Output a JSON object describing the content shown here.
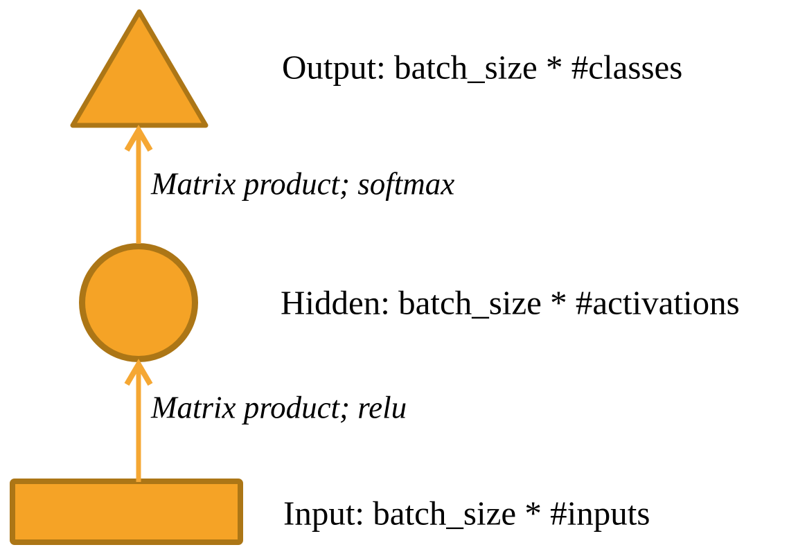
{
  "diagram": {
    "nodes": [
      {
        "id": "output",
        "shape": "triangle",
        "label": "Output: batch_size * #classes"
      },
      {
        "id": "hidden",
        "shape": "circle",
        "label": "Hidden: batch_size * #activations"
      },
      {
        "id": "input",
        "shape": "rectangle",
        "label": "Input: batch_size * #inputs"
      }
    ],
    "edges": [
      {
        "from": "hidden",
        "to": "output",
        "label": "Matrix product; softmax"
      },
      {
        "from": "input",
        "to": "hidden",
        "label": "Matrix product; relu"
      }
    ],
    "colors": {
      "shape_fill": "#F5A326",
      "shape_stroke": "#AC7616",
      "arrow": "#F5A733",
      "text": "#000000",
      "background": "#FFFFFF"
    }
  }
}
